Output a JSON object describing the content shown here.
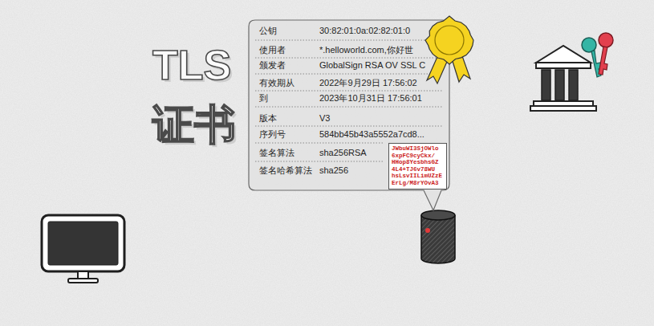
{
  "diagram": {
    "title": "TLS 证书",
    "nodes": [
      {
        "text": [
          "公钥",
          "30:82:01:0a:02:82:01:0",
          "使用者",
          "*.helloworld.com,你好世",
          "颁发者",
          "GlobalSign RSA OV SSL C",
          "有效期从",
          "2022年9月29日 17:56:02",
          "到",
          "2023年10月31日 17:56:01",
          "版本",
          "V3",
          "序列号",
          "584bb45b43a5552a7cd8...",
          "签名算法",
          "sha256RSA",
          "签名哈希算法",
          "sha256"
        ]
      },
      {
        "text": [
          "JWbuWI3SjOWlo 6xpFC9cyCkx/ HHop8YesbhsGZ 4L4+TJ6v78WU hsLsvIILimUZzE ErLg/M8rYOvA3"
        ],
        "in": 0
      }
    ]
  }
}
